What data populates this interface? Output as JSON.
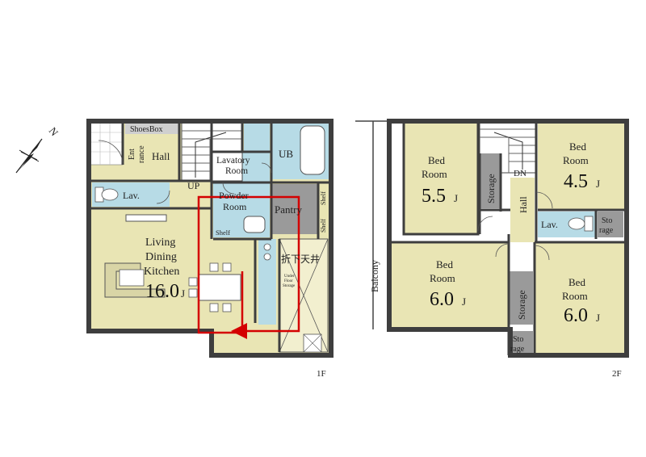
{
  "compass": {
    "label": "N"
  },
  "floor1": {
    "label": "1F",
    "shoes_box": "ShoesBox",
    "entrance": [
      "Ent",
      "rance"
    ],
    "hall": "Hall",
    "lavatory_room": [
      "Lavatory",
      "Room"
    ],
    "ub": "UB",
    "lav": "Lav.",
    "up": "UP",
    "powder_room": [
      "Powder",
      "Room"
    ],
    "pantry": "Pantry",
    "shelf_a": "Shelf",
    "shelf_b": "Shelf",
    "shelf_c": "Shelf",
    "ldk": [
      "Living",
      "Dining",
      "Kitchen"
    ],
    "ldk_size": "16.0",
    "unit": "J",
    "ceiling_note": "折下天井",
    "under_stair": [
      "Under",
      "Floor",
      "Storage"
    ]
  },
  "floor2": {
    "label": "2F",
    "bed_room": [
      "Bed",
      "Room"
    ],
    "bed1_size": "5.5",
    "bed2_size": "4.5",
    "bed3_size": "6.0",
    "bed4_size": "6.0",
    "unit": "J",
    "storage": "Storage",
    "hall": "Hall",
    "dn": "DN",
    "lav": "Lav.",
    "sto_rage": [
      "Sto",
      "rage"
    ],
    "balcony": "Balcony"
  },
  "colors": {
    "room_fill": "#e9e5b4",
    "wet_fill": "#b7dbe6",
    "wall": "#3e3e3e",
    "route": "#d40000",
    "storage": "#9a9a9a"
  }
}
